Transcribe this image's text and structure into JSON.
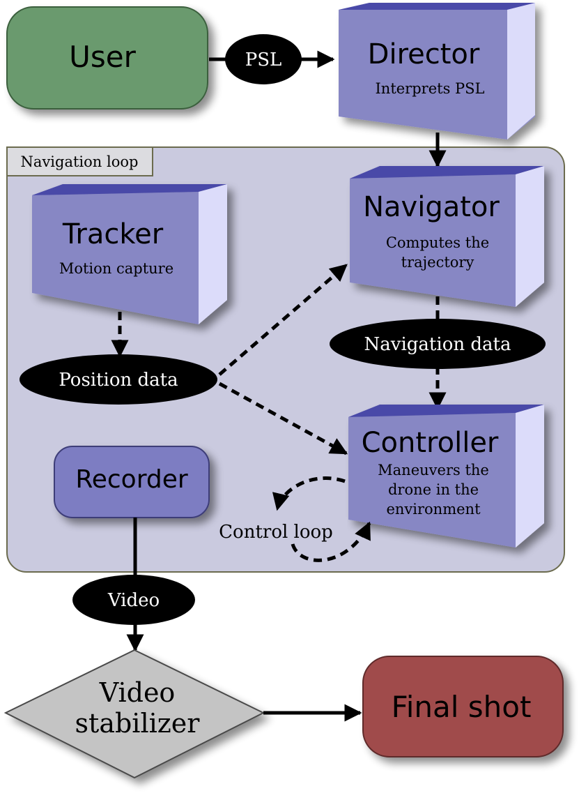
{
  "loop_label": "Navigation loop",
  "nodes": {
    "user": "User",
    "director": {
      "title": "Director",
      "desc": "Interprets PSL"
    },
    "tracker": {
      "title": "Tracker",
      "desc": "Motion capture"
    },
    "navigator": {
      "title": "Navigator",
      "desc_line1": "Computes the",
      "desc_line2": "trajectory"
    },
    "controller": {
      "title": "Controller",
      "desc_line1": "Maneuvers the",
      "desc_line2": "drone in the",
      "desc_line3": "environment"
    },
    "recorder": "Recorder",
    "stabilizer": {
      "line1": "Video",
      "line2": "stabilizer"
    },
    "final": "Final shot"
  },
  "data_labels": {
    "psl": "PSL",
    "position": "Position data",
    "navigation": "Navigation data",
    "video": "Video",
    "control_loop": "Control loop"
  },
  "colors": {
    "user": "#6a9a6e",
    "box_front": "#8787c4",
    "box_side": "#dcdcfa",
    "box_top": "#4a4aa8",
    "loop_bg": "#cacadf",
    "recorder": "#7d7dc2",
    "stabilizer": "#c4c4c4",
    "final": "#a04c4c"
  }
}
